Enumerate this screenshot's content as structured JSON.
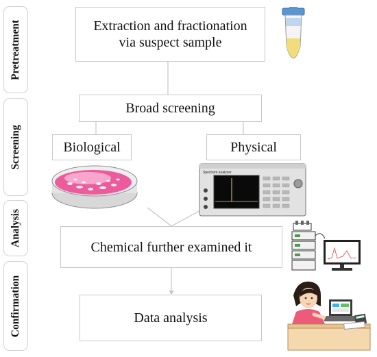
{
  "stages": [
    {
      "label": "Pretreatment"
    },
    {
      "label": "Screening"
    },
    {
      "label": "Analysis"
    },
    {
      "label": "Confirmation"
    }
  ],
  "boxes": {
    "extraction_line1": "Extraction and fractionation",
    "extraction_line2": "via suspect sample",
    "broad_screening": "Broad screening",
    "biological": "Biological",
    "physical": "Physical",
    "chemical": "Chemical further examined it",
    "data_analysis": "Data analysis"
  },
  "instrument": {
    "brand": "Spectrum analyzer"
  },
  "colors": {
    "connector": "#c6c6c6",
    "petri_pink": "#ec5b9c",
    "tube_liquid": "#f2dd7c",
    "screen_peak": "#f0d341"
  },
  "icons": [
    "test-tube-icon",
    "petri-dish-icon",
    "spectrum-analyzer-icon",
    "hplc-system-icon",
    "researcher-at-computer-icon"
  ]
}
